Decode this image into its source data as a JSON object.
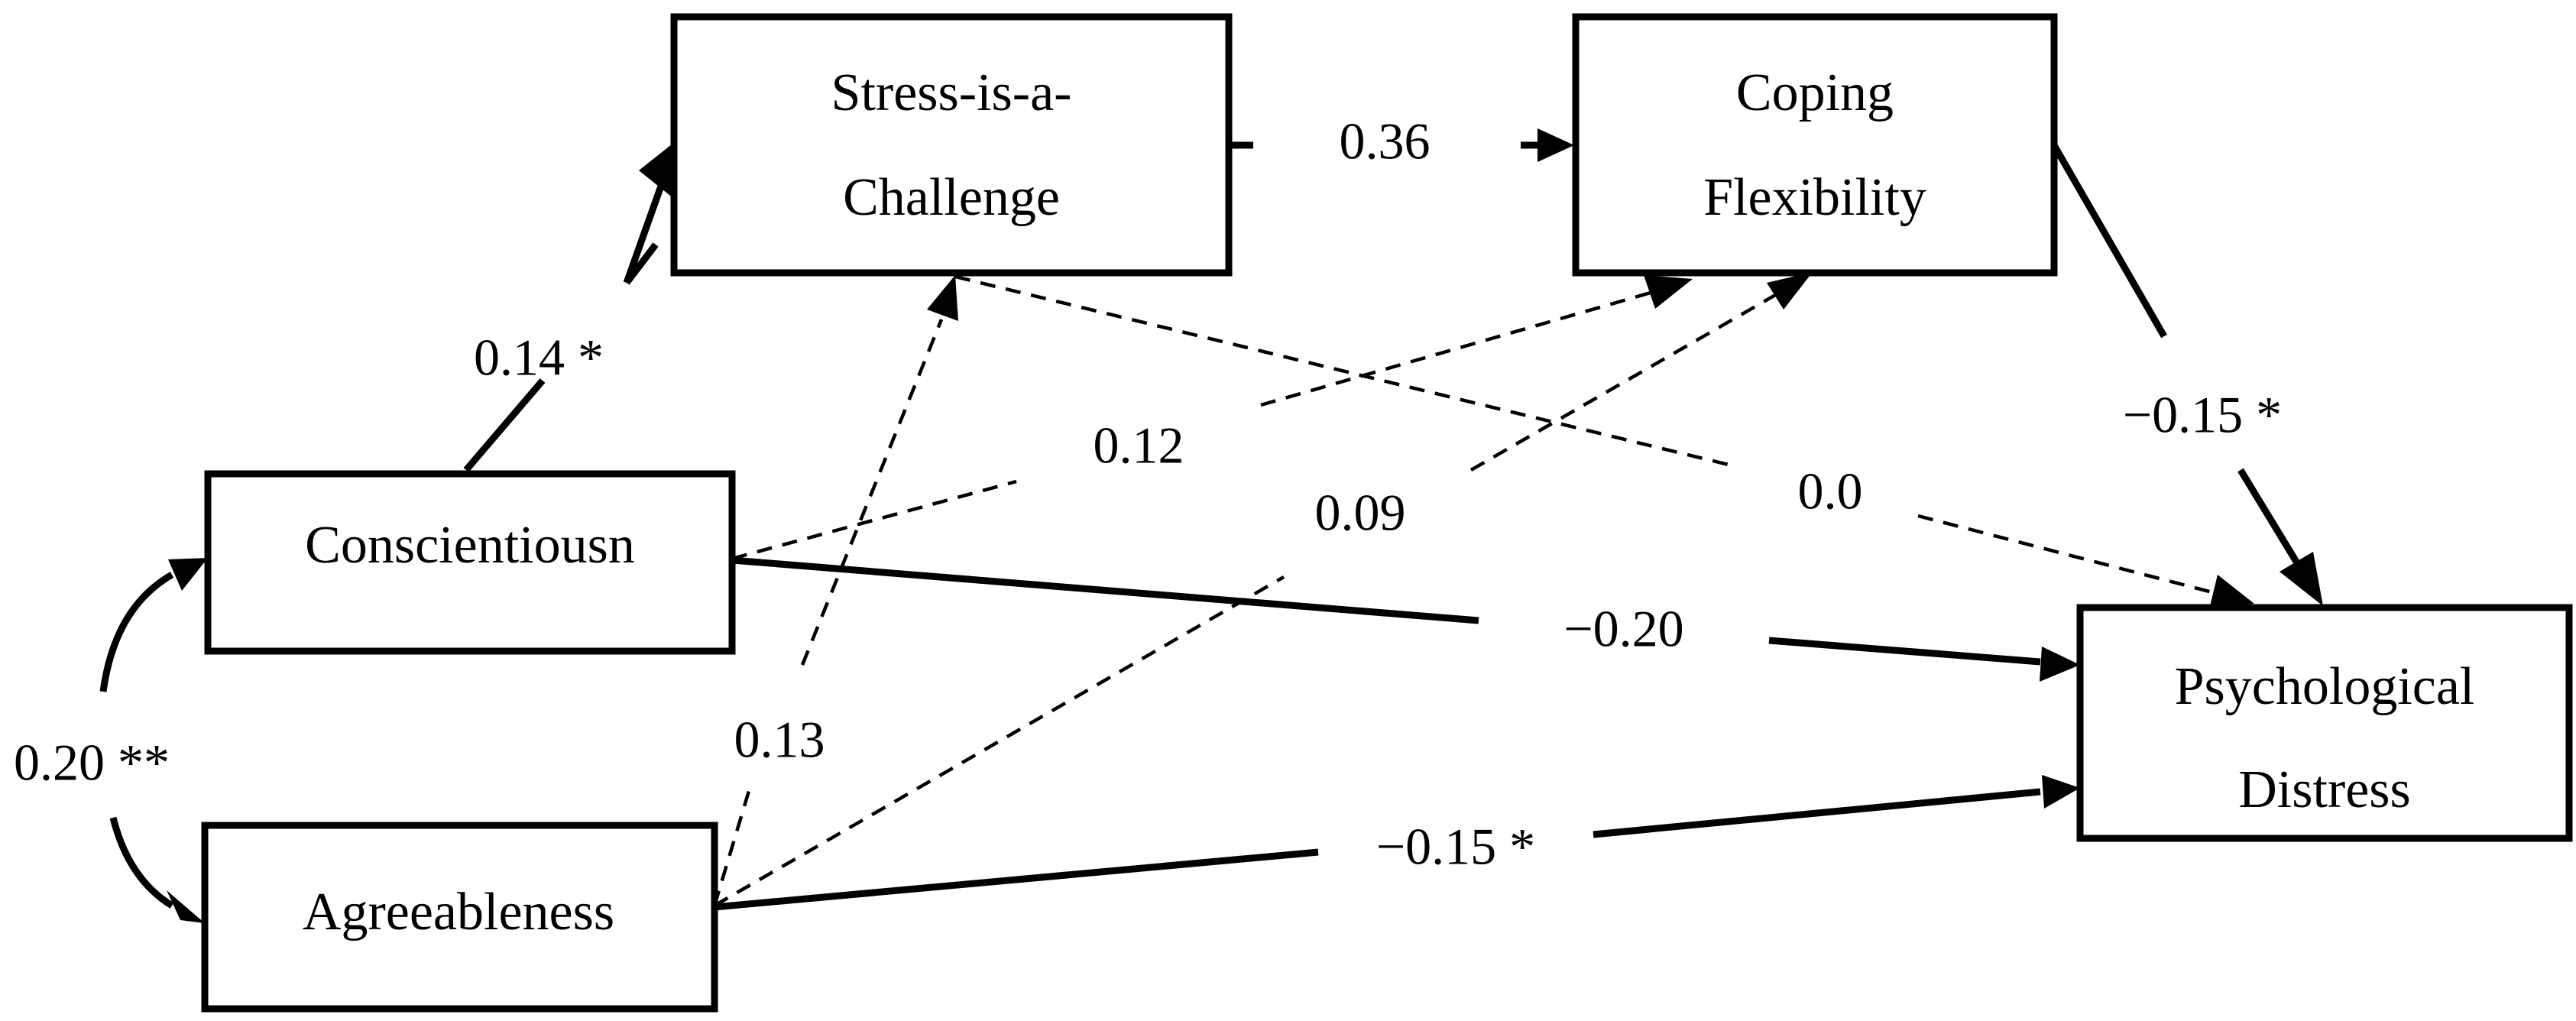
{
  "diagram": {
    "nodes": {
      "stress": {
        "lines": [
          "Stress-is-a-",
          "Challenge"
        ]
      },
      "coping": {
        "lines": [
          "Coping",
          "Flexibility"
        ]
      },
      "consc": {
        "lines": [
          "Conscientiousn"
        ]
      },
      "agree": {
        "lines": [
          "Agreeableness"
        ]
      },
      "distress": {
        "lines": [
          "Psychological",
          "Distress"
        ]
      }
    },
    "paths": [
      {
        "from": "consc",
        "to": "stress",
        "label": "0.14 *",
        "style": "solid"
      },
      {
        "from": "stress",
        "to": "coping",
        "label": "0.36",
        "style": "solid"
      },
      {
        "from": "coping",
        "to": "distress",
        "label": "−0.15 *",
        "style": "solid"
      },
      {
        "from": "consc",
        "to": "coping",
        "label": "0.12",
        "style": "dashed"
      },
      {
        "from": "stress",
        "to": "distress",
        "label": "0.0",
        "style": "dashed"
      },
      {
        "from": "agree",
        "to": "coping",
        "label": "0.09",
        "style": "dashed"
      },
      {
        "from": "consc",
        "to": "distress",
        "label": "−0.20",
        "style": "solid"
      },
      {
        "from": "agree",
        "to": "stress",
        "label": "0.13",
        "style": "dashed"
      },
      {
        "from": "agree",
        "to": "distress",
        "label": "−0.15 *",
        "style": "solid"
      },
      {
        "from": "consc",
        "to": "agree",
        "label": "0.20 **",
        "style": "solid",
        "type": "covariance"
      }
    ]
  }
}
